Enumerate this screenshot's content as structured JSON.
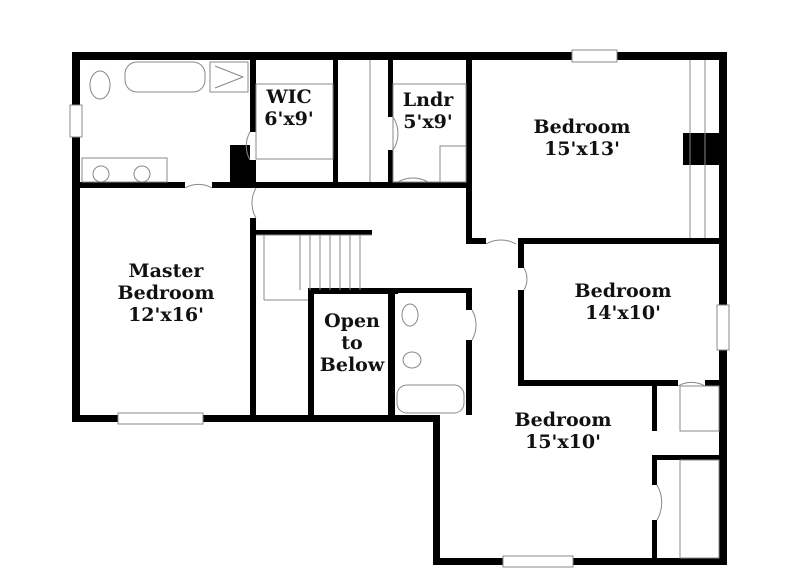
{
  "rooms": [
    {
      "name": "WIC",
      "size": "6'x9'"
    },
    {
      "name": "Lndr",
      "size": "5'x9'"
    },
    {
      "name": "Bedroom",
      "size": "15'x13'"
    },
    {
      "name": "Master Bedroom",
      "size": "12'x16'"
    },
    {
      "name": "Bedroom",
      "size": "14'x10'"
    },
    {
      "name": "Open to Below",
      "size": ""
    },
    {
      "name": "Bedroom",
      "size": "15'x10'"
    }
  ],
  "colors": {
    "wall": "#000000",
    "fixture": "#888888",
    "background": "#ffffff"
  }
}
